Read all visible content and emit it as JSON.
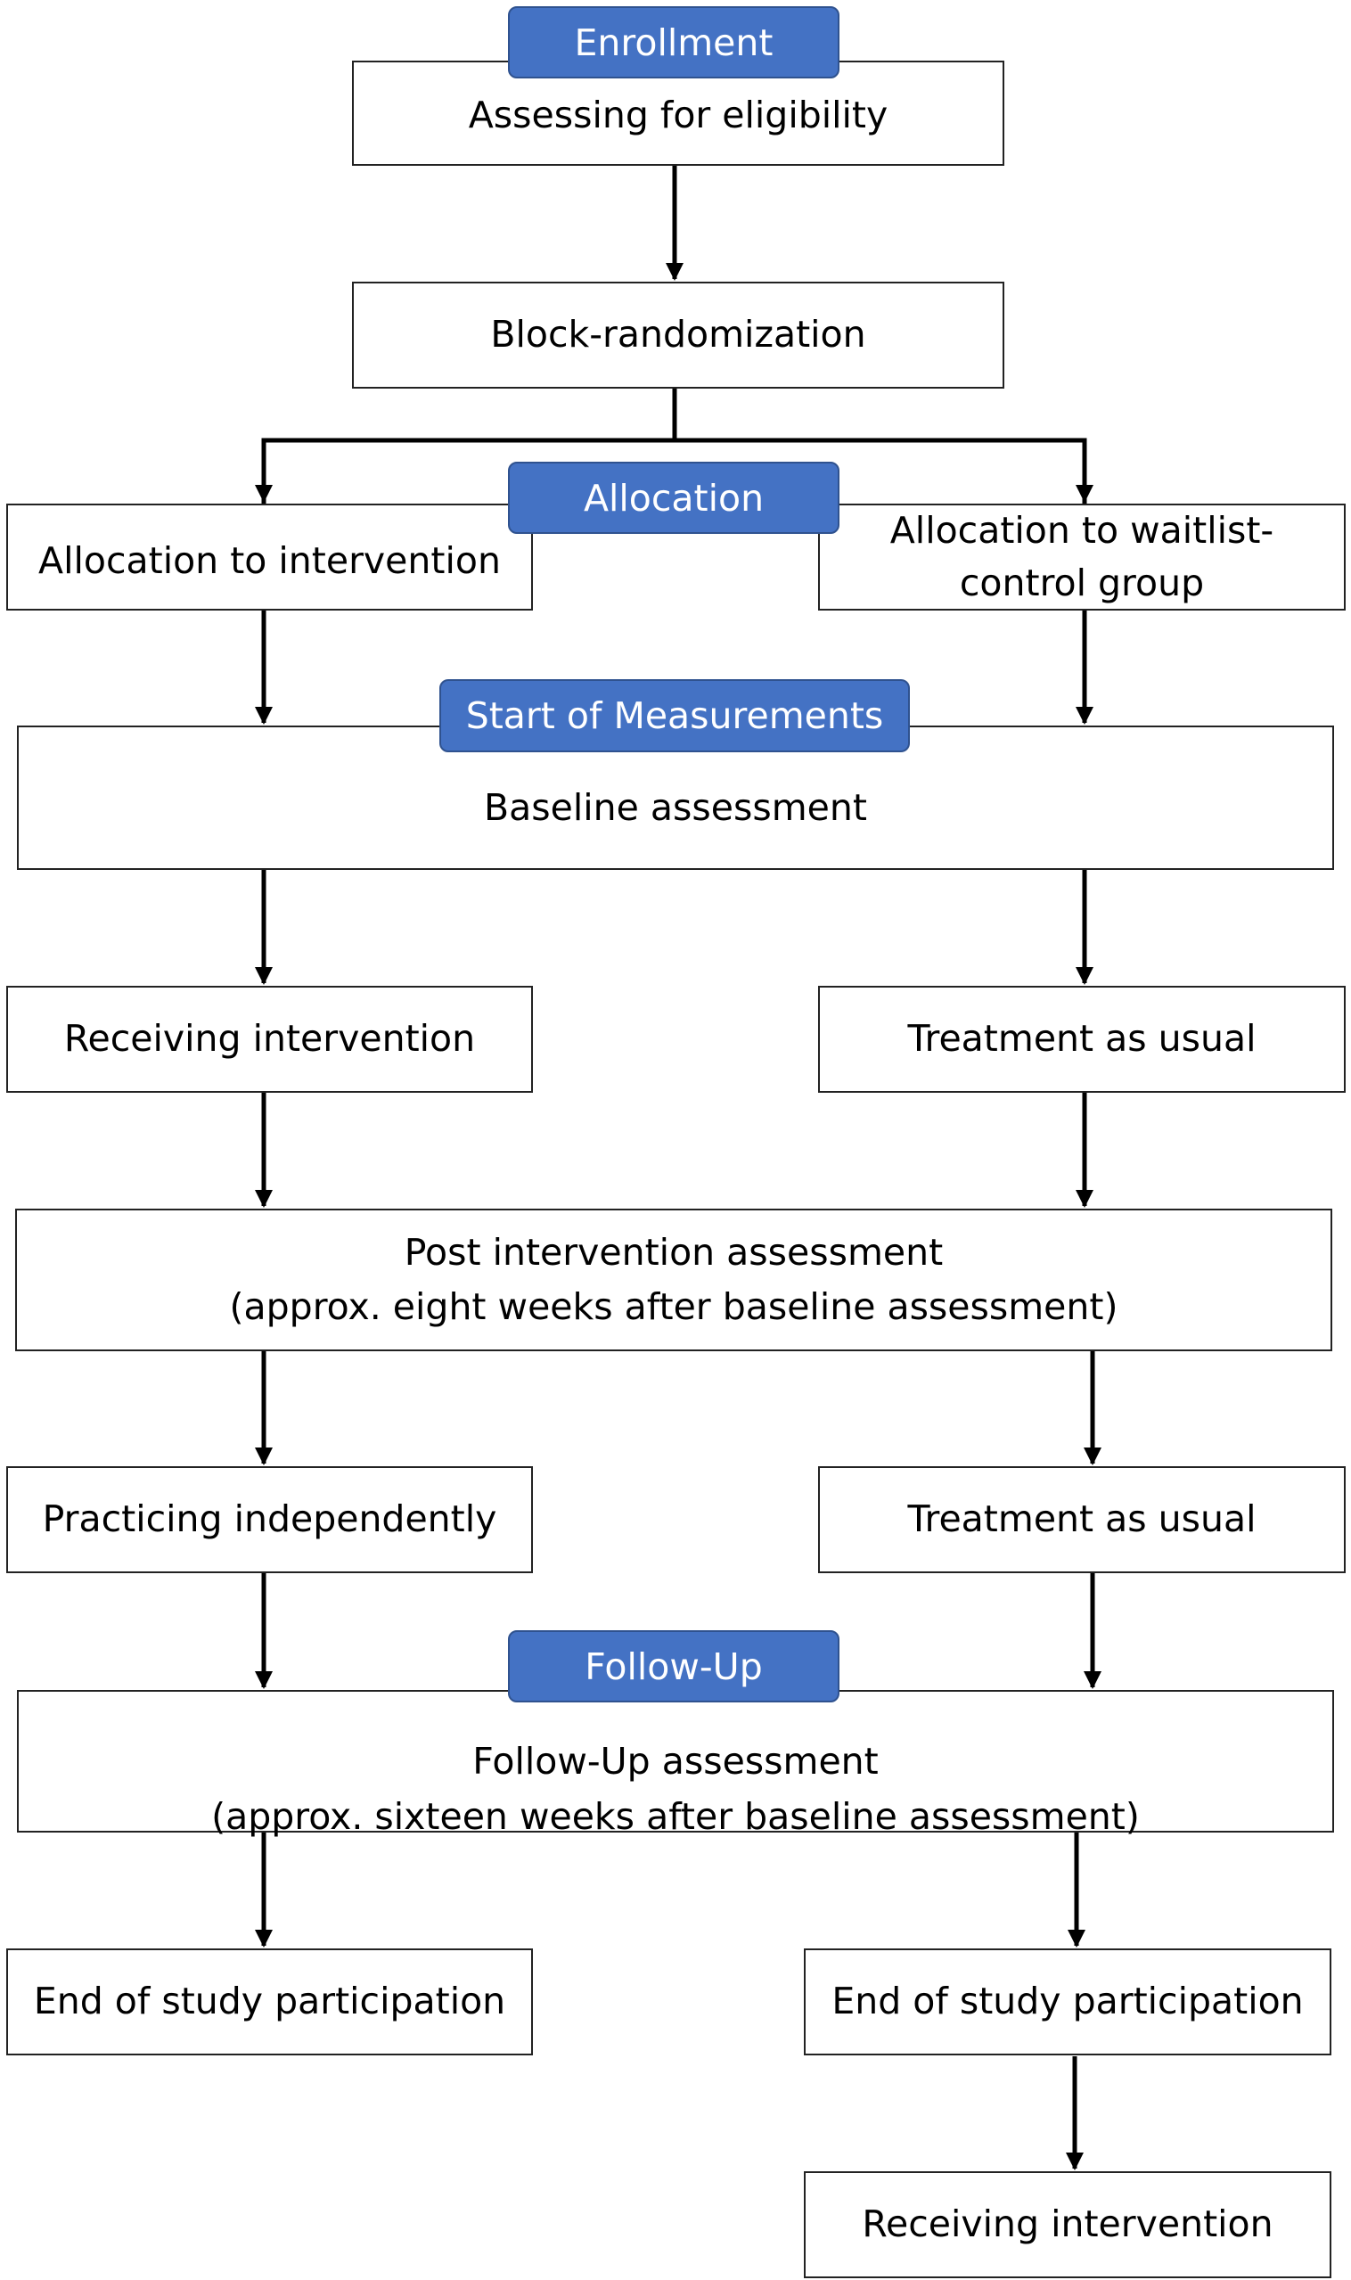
{
  "stage_labels": {
    "enrollment": "Enrollment",
    "allocation": "Allocation",
    "start_of_measurements": "Start of Measurements",
    "follow_up": "Follow-Up"
  },
  "steps": {
    "eligibility": "Assessing for eligibility",
    "randomization": "Block-randomization",
    "alloc_intervention": "Allocation to intervention",
    "alloc_waitlist_line1": "Allocation to waitlist-",
    "alloc_waitlist_line2": "control group",
    "baseline": "Baseline assessment",
    "receiving_intervention": "Receiving intervention",
    "tau_1": "Treatment as usual",
    "post_line1": "Post intervention assessment",
    "post_line2": "(approx. eight weeks after baseline assessment)",
    "practicing": "Practicing independently",
    "tau_2": "Treatment as usual",
    "followup_line1": "Follow-Up assessment",
    "followup_line2": "(approx. sixteen weeks after baseline assessment)",
    "end_left": "End of study participation",
    "end_right": "End of study participation",
    "receiving_intervention_final": "Receiving intervention"
  }
}
